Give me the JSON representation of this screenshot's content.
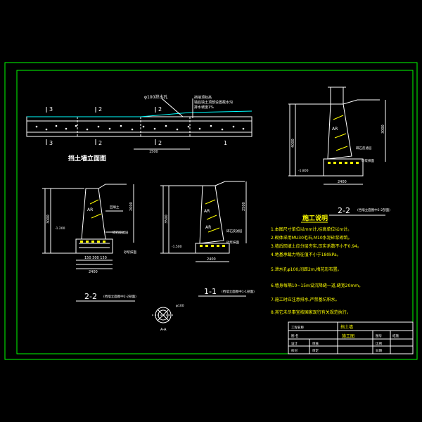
{
  "labels": {
    "section_mark_3": "3",
    "section_mark_2": "2",
    "pipe_note": "φ100泄水孔",
    "elevation_title": "挡土墙立面图",
    "section_22_left": "2-2",
    "section_11": "1-1",
    "section_22_right": "2-2",
    "detail_title": "施工说明"
  },
  "notes": [
    "1.本图尺寸单位以mm计,标高单位以m计。",
    "2.砌体采用MU30毛石,M10水泥砂浆砌筑。",
    "3.墙后回填土应分层夯实,压实系数不小于0.94。",
    "4.地基承载力特征值不小于180kPa。",
    "5.泄水孔φ100,间距2m,梅花形布置。",
    "6.墙身每隔10~15m设沉降缝一道,缝宽20mm。",
    "7.施工时应注意排水,严禁基坑积水。",
    "8.其它未尽事宜按国家现行有关规范执行。"
  ],
  "title_block": {
    "row1": "挡土墙",
    "row2": "施工图"
  }
}
